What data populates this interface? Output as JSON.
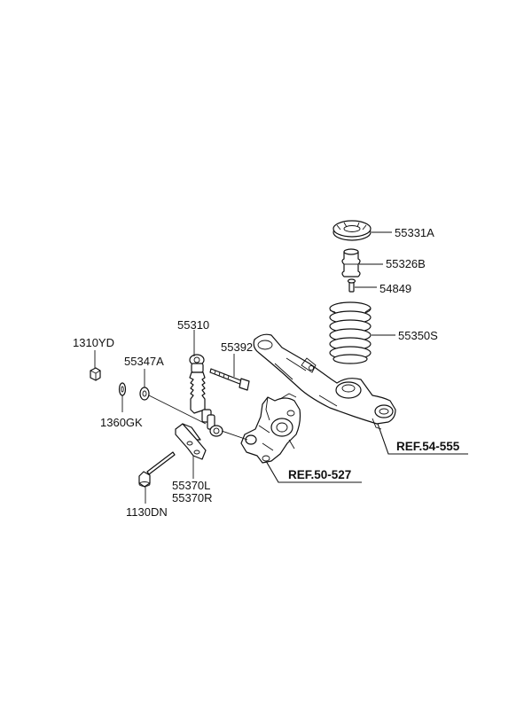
{
  "parts": {
    "p55331A": "55331A",
    "p55326B": "55326B",
    "p54849": "54849",
    "p55350S": "55350S",
    "p55310": "55310",
    "p55392": "55392",
    "p1310YD": "1310YD",
    "p55347A": "55347A",
    "p1360GK": "1360GK",
    "p55370L": "55370L",
    "p55370R": "55370R",
    "p1130DN": "1130DN"
  },
  "refs": {
    "ref_lower_arm": "REF.54-555",
    "ref_knuckle": "REF.50-527"
  }
}
